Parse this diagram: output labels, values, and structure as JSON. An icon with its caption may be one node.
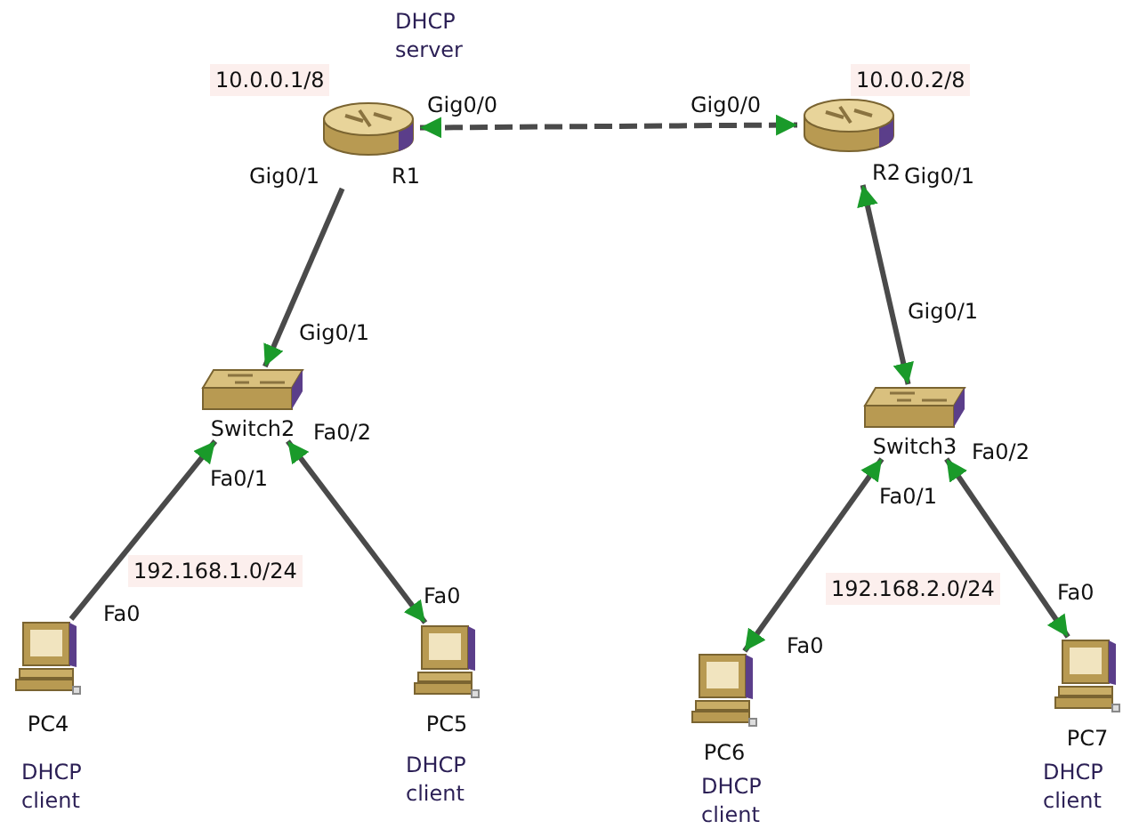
{
  "diagram": {
    "nodes": [
      {
        "text": [
          "R1"
        ],
        "beside": [
          "DHCP server"
        ]
      },
      {
        "text": [
          "R2"
        ]
      },
      {
        "text": [
          "Switch2"
        ]
      },
      {
        "text": [
          "Switch3"
        ]
      },
      {
        "text": [
          "PC4"
        ],
        "beside": [
          "DHCP client"
        ]
      },
      {
        "text": [
          "PC5"
        ],
        "beside": [
          "DHCP client"
        ]
      },
      {
        "text": [
          "PC6"
        ],
        "beside": [
          "DHCP client"
        ]
      },
      {
        "text": [
          "PC7"
        ],
        "beside": [
          "DHCP client"
        ]
      }
    ],
    "edges": [
      {
        "from": 0,
        "to": 1,
        "arrow": "both",
        "style": "dashed"
      },
      {
        "from": 0,
        "to": 2,
        "arrow": "to"
      },
      {
        "from": 1,
        "to": 3,
        "arrow": "both"
      },
      {
        "from": 4,
        "to": 2,
        "arrow": "to"
      },
      {
        "from": 2,
        "to": 5,
        "arrow": "both"
      },
      {
        "from": 3,
        "to": 6,
        "arrow": "both"
      },
      {
        "from": 3,
        "to": 7,
        "arrow": "both"
      }
    ],
    "labels": [
      "10.0.0.1/8",
      "10.0.0.2/8",
      "Gig0/0",
      "Gig0/0",
      "Gig0/1",
      "Gig0/1",
      "Gig0/1",
      "Gig0/1",
      "Fa0/2",
      "Fa0/1",
      "Fa0/2",
      "Fa0/1",
      "192.168.1.0/24",
      "192.168.2.0/24",
      "Fa0",
      "Fa0",
      "Fa0",
      "Fa0"
    ]
  }
}
